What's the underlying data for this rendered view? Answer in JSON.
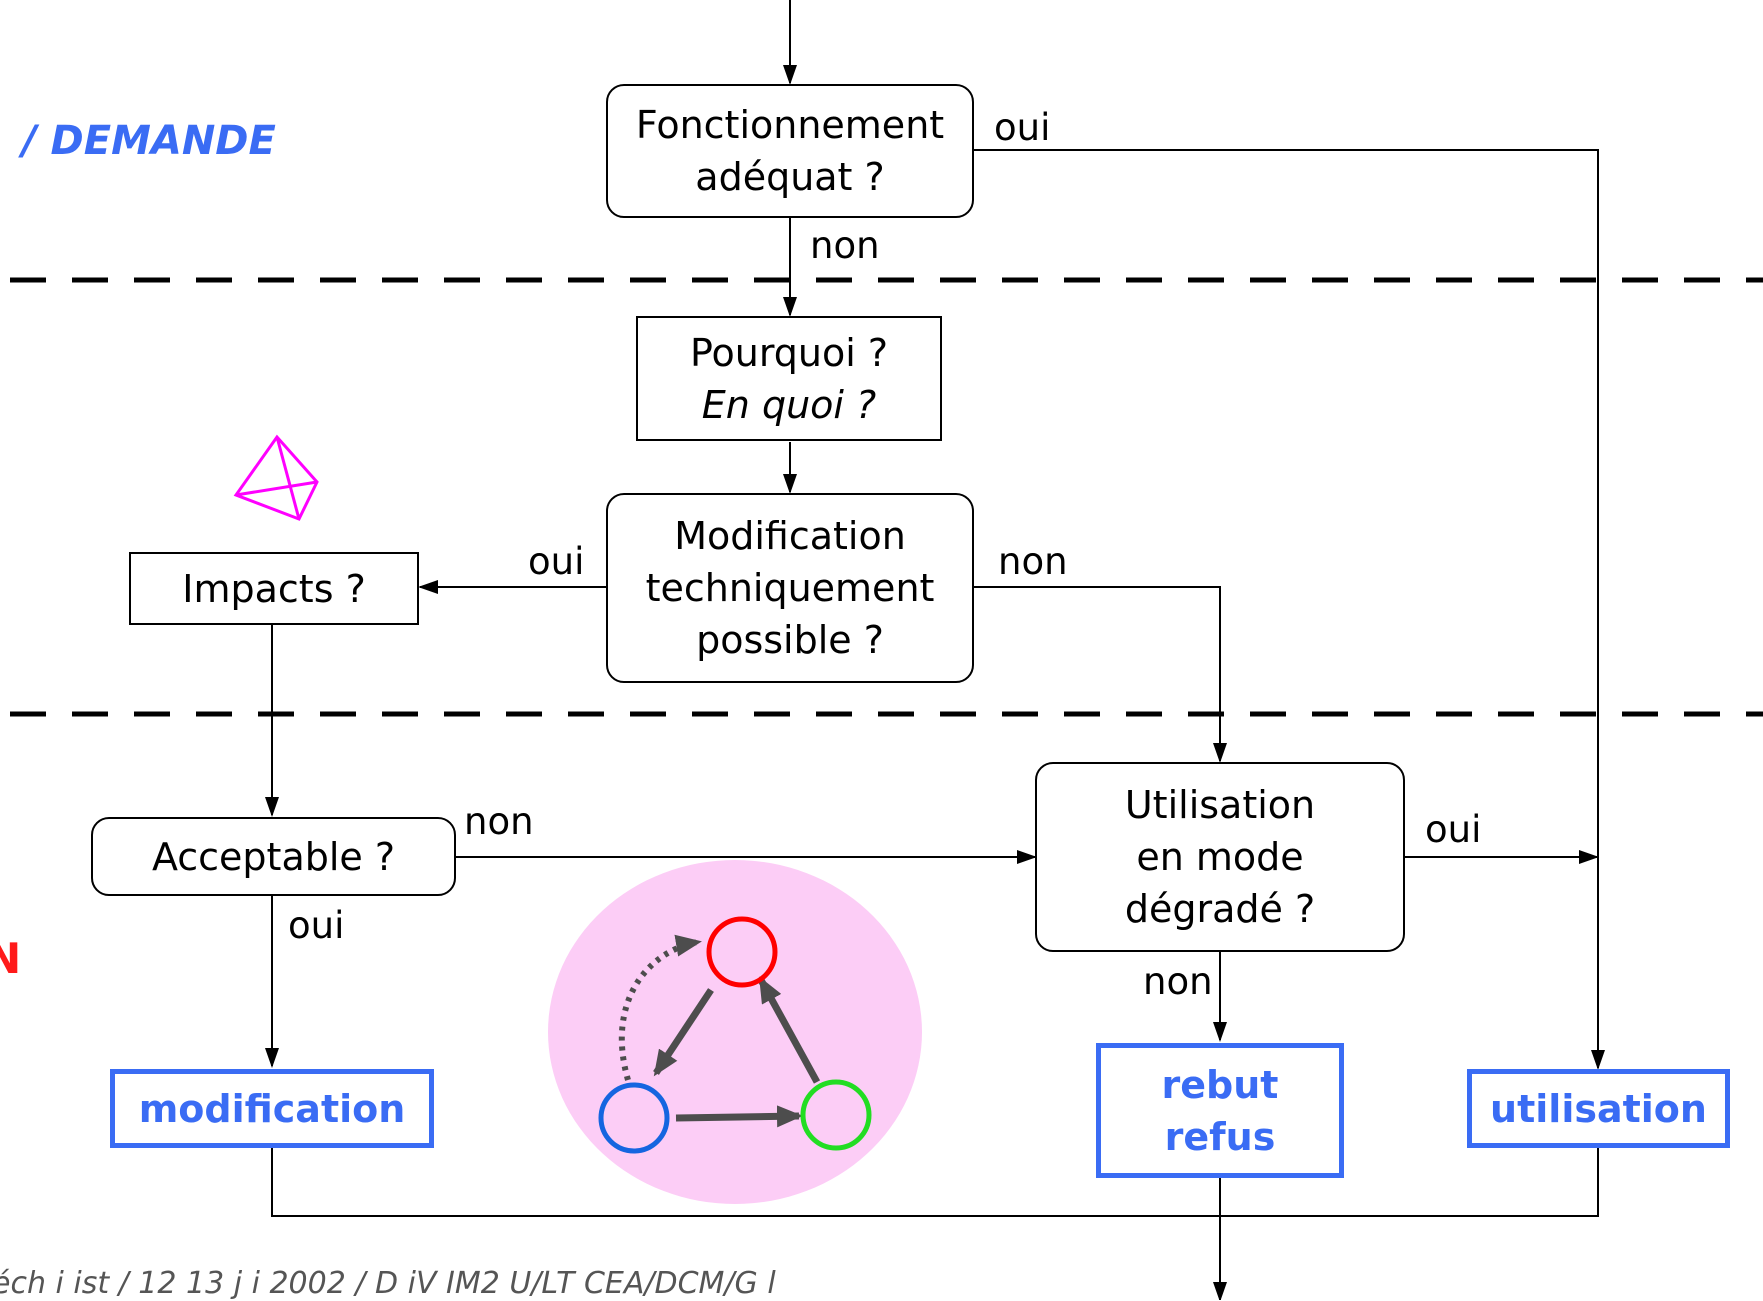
{
  "side_title": "/ DEMANDE",
  "red_mark": "N",
  "footer": "éch i      ist   / 12 13 j i  2002 / D  iV  IM2 U/LT CEA/DCM/G  l",
  "boxes": {
    "fonctionnement": [
      "Fonctionnement",
      "adéquat ?"
    ],
    "pourquoi": [
      "Pourquoi ?",
      "En quoi ?"
    ],
    "modification_possible": [
      "Modification",
      "techniquement",
      "possible ?"
    ],
    "impacts": [
      "Impacts ?"
    ],
    "acceptable": [
      "Acceptable ?"
    ],
    "utilisation_degrade": [
      "Utilisation",
      "en mode",
      "dégradé ?"
    ]
  },
  "outcomes": {
    "modification": [
      "modification"
    ],
    "rebut": [
      "rebut",
      "refus"
    ],
    "utilisation": [
      "utilisation"
    ]
  },
  "labels": {
    "oui_top": "oui",
    "non_top": "non",
    "oui_mid": "oui",
    "non_mid": "non",
    "non_accept": "non",
    "oui_accept": "oui",
    "oui_util": "oui",
    "non_util": "non"
  },
  "colors": {
    "outcome_blue": "#3a6cf4",
    "magenta": "#ff00ff",
    "cycle_bg": "#fccdf6",
    "node_red": "#ff0000",
    "node_blue": "#1565e0",
    "node_green": "#22dd22",
    "arrow_gray": "#4d4d4d"
  }
}
